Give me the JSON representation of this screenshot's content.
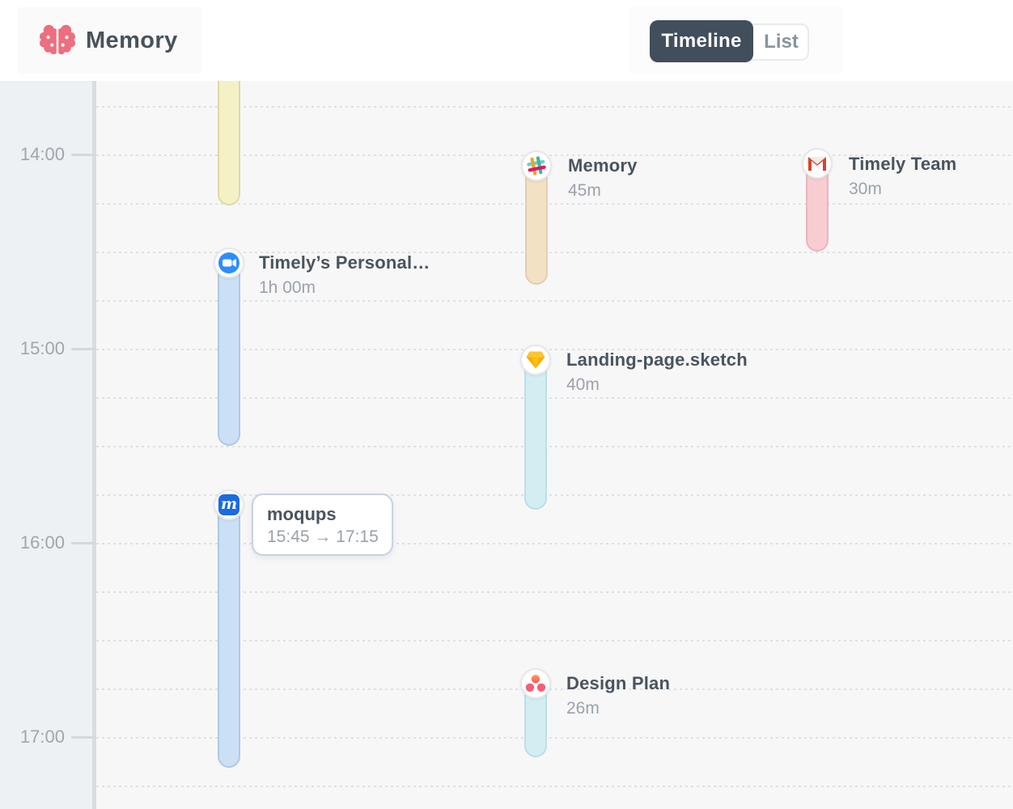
{
  "header": {
    "logo_text": "Memory",
    "view_toggle": [
      {
        "label": "Timeline",
        "active": true
      },
      {
        "label": "List",
        "active": false
      }
    ]
  },
  "timeline": {
    "hours": [
      "14:00",
      "15:00",
      "16:00",
      "17:00"
    ],
    "entries": [
      {
        "icon": "none",
        "app": "unlabeled-session",
        "color": "#f4f1c4"
      },
      {
        "icon": "zoom-icon",
        "title": "Timely’s Personal…",
        "duration": "1h 00m",
        "color": "#cbe0f5"
      },
      {
        "icon": "slack-icon",
        "title": "Memory",
        "duration": "45m",
        "color": "#f3e1c4"
      },
      {
        "icon": "gmail-icon",
        "title": "Timely Team",
        "duration": "30m",
        "color": "#f7cdd2"
      },
      {
        "icon": "sketch-icon",
        "title": "Landing-page.sketch",
        "duration": "40m",
        "color": "#d3eef3"
      },
      {
        "icon": "moqups-icon",
        "tooltip_title": "moqups",
        "tooltip_range": "15:45 → 17:15",
        "color": "#cbe0f5"
      },
      {
        "icon": "asana-icon",
        "title": "Design Plan",
        "duration": "26m",
        "color": "#d3eef3"
      }
    ]
  },
  "colors": {
    "toggle_active_bg": "#414e5b",
    "brand_pink": "#ed6e80",
    "sidebar_bg": "#edf1f4",
    "canvas_bg": "#f7f7f8",
    "title_text": "#4a545e",
    "muted_text": "#9ba2ab"
  }
}
